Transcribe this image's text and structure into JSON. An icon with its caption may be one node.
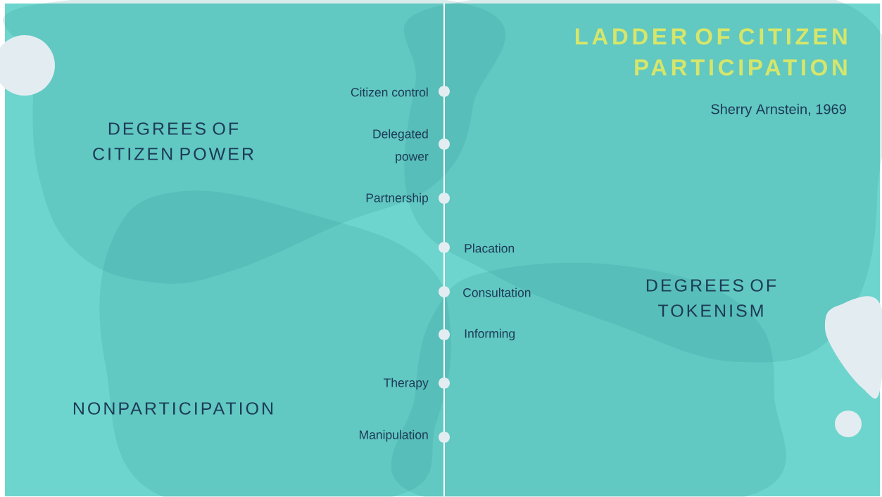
{
  "diagram": {
    "title": "LADDER OF CITIZEN PARTICIPATION",
    "labels": [
      "Sherry Arnstein, 1969",
      "Citizen control",
      "DEGREES OF CITIZEN POWER",
      "Delegated power",
      "Partnership",
      "Placation",
      "Consultation",
      "DEGREES OF TOKENISM",
      "Informing",
      "Therapy",
      "NONPARTICIPATION",
      "Manipulation"
    ]
  }
}
